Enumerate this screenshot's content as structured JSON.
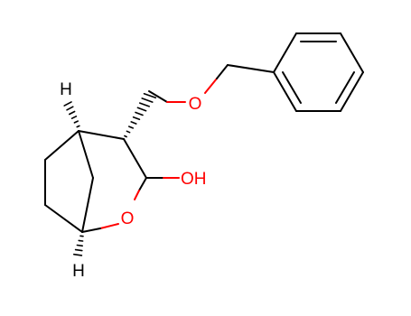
{
  "molecule": {
    "atoms": {
      "ether_oxygen": "O",
      "hydroxyl": "OH",
      "ring_oxygen": "O",
      "h_top": "H",
      "h_bottom": "H"
    },
    "colors": {
      "bond": "#000000",
      "oxygen": "#ff0000",
      "background": "#ffffff"
    }
  }
}
